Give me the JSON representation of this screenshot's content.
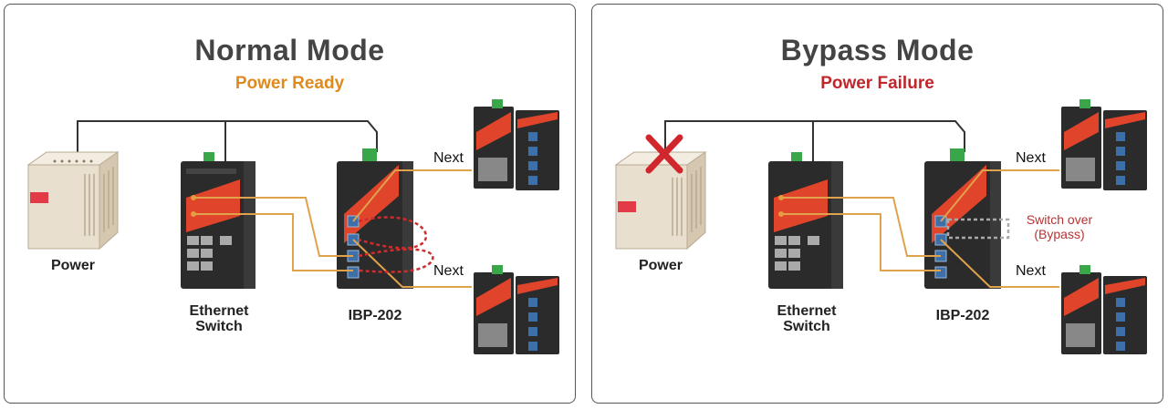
{
  "normal": {
    "title": "Normal Mode",
    "subtitle": "Power Ready",
    "power_label": "Power",
    "switch_label_line1": "Ethernet",
    "switch_label_line2": "Switch",
    "device_label": "IBP-202",
    "next_top": "Next",
    "next_bottom": "Next"
  },
  "bypass": {
    "title": "Bypass Mode",
    "subtitle": "Power Failure",
    "power_label": "Power",
    "switch_label_line1": "Ethernet",
    "switch_label_line2": "Switch",
    "device_label": "IBP-202",
    "next_top": "Next",
    "next_bottom": "Next",
    "switch_over_line1": "Switch over",
    "switch_over_line2": "(Bypass)"
  },
  "colors": {
    "title": "#444444",
    "power_ready": "#e08a1e",
    "power_failure": "#c0262c",
    "cable": "#e0a24a",
    "device_body": "#2b2b2b",
    "device_accent": "#e0442a",
    "terminal": "#3aa64a",
    "fail_x": "#d1262c"
  },
  "icons": [
    "power-supply-icon",
    "ethernet-switch-icon",
    "bypass-device-icon",
    "network-node-icon",
    "failure-x-icon"
  ]
}
